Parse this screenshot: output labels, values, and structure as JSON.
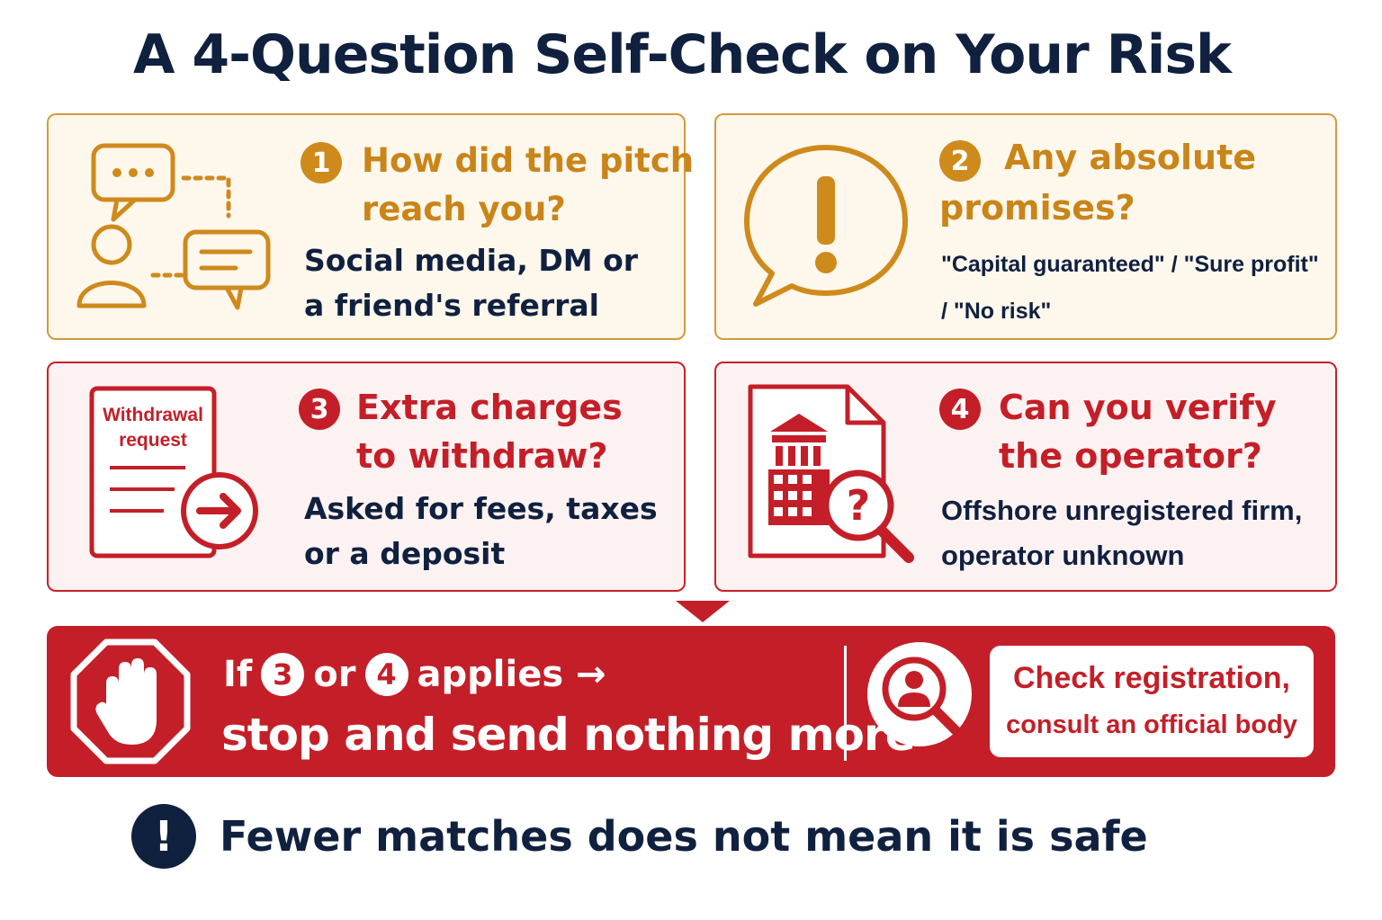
{
  "title": "A 4-Question Self-Check on Your Risk",
  "colors": {
    "gold": "#cf8a1c",
    "red": "#c41f28",
    "navy": "#10203f"
  },
  "cards": [
    {
      "number": "1",
      "question_line1": "How did the pitch",
      "question_line2": "reach you?",
      "answer_line1": "Social media, DM or",
      "answer_line2": "a friend's referral",
      "icon": "chat-person-icon"
    },
    {
      "number": "2",
      "question_line1": "Any absolute",
      "question_line2": "promises?",
      "answer_line1": "\"Capital guaranteed\" / \"Sure profit\"",
      "answer_line2": "/ \"No risk\"",
      "icon": "exclamation-speech-icon"
    },
    {
      "number": "3",
      "question_line1": "Extra charges",
      "question_line2": "to withdraw?",
      "answer_line1": "Asked for fees, taxes",
      "answer_line2": "or a deposit",
      "icon": "withdrawal-document-icon",
      "icon_text_line1": "Withdrawal",
      "icon_text_line2": "request"
    },
    {
      "number": "4",
      "question_line1": "Can you verify",
      "question_line2": "the operator?",
      "answer_line1": "Offshore unregistered firm,",
      "answer_line2": "operator unknown",
      "icon": "building-search-icon"
    }
  ],
  "banner": {
    "if_text": "If",
    "num_a": "3",
    "or_text": "or",
    "num_b": "4",
    "applies_text": "applies →",
    "action": "stop and send nothing more",
    "cta_line1": "Check registration,",
    "cta_line2": "consult an official body",
    "stop_icon": "stop-hand-icon",
    "search_icon": "person-search-icon"
  },
  "footer": {
    "icon_glyph": "!",
    "text": "Fewer matches does not mean it is safe"
  }
}
